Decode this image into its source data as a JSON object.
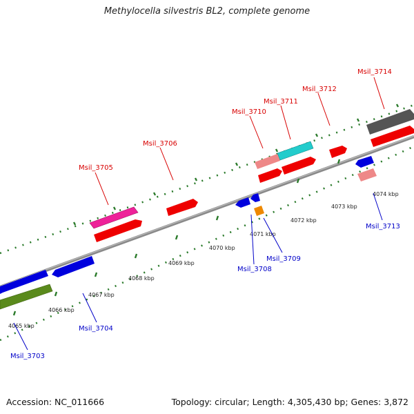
{
  "title": "Methylocella silvestris BL2, complete genome",
  "footer": {
    "accession": "Accession: NC_011666",
    "topology": "Topology: circular; Length: 4,305,430 bp; Genes: 3,872"
  },
  "ticks": [
    "4065 kbp",
    "4066 kbp",
    "4067 kbp",
    "4068 kbp",
    "4069 kbp",
    "4070 kbp",
    "4071 kbp",
    "4072 kbp",
    "4073 kbp",
    "4074 kbp"
  ],
  "genes_forward": [
    "Msil_3705",
    "Msil_3706",
    "Msil_3710",
    "Msil_3711",
    "Msil_3712",
    "Msil_3714"
  ],
  "genes_reverse": [
    "Msil_3703",
    "Msil_3704",
    "Msil_3708",
    "Msil_3709",
    "Msil_3713"
  ],
  "colors": {
    "forward_label": "#d80000",
    "reverse_label": "#0000c8",
    "backbone": "#888888",
    "red": "#ee0000",
    "blue": "#0000dd",
    "pink": "#ee2299",
    "salmon": "#ee8888",
    "cyan": "#22cccc",
    "gray": "#555555",
    "orange": "#ee8800",
    "olive": "#5a8a1c",
    "dots": "#2a7a2a"
  }
}
